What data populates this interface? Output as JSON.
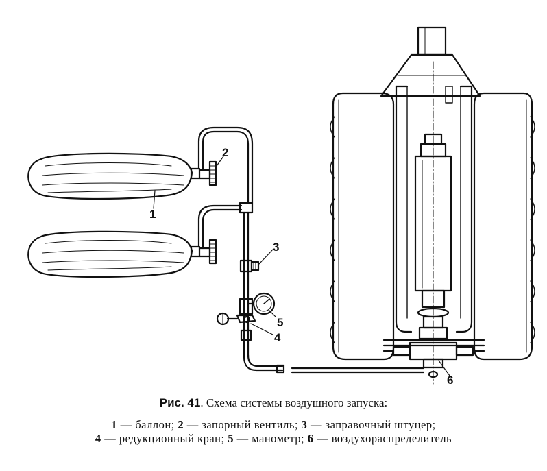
{
  "figure": {
    "labels": {
      "n1": "1",
      "n2": "2",
      "n3": "3",
      "n4": "4",
      "n5": "5",
      "n6": "6"
    }
  },
  "caption": {
    "prefix": "Рис. 41",
    "title": ". Схема системы воздушного запуска:",
    "legend": [
      {
        "num": "1",
        "text": " — баллон; "
      },
      {
        "num": "2",
        "text": " — запорный вентиль; "
      },
      {
        "num": "3",
        "text": " — заправочный штуцер;"
      },
      {
        "num": "4",
        "text": " — редукционный кран; "
      },
      {
        "num": "5",
        "text": " — манометр; "
      },
      {
        "num": "6",
        "text": " — воздухораспределитель"
      }
    ]
  }
}
